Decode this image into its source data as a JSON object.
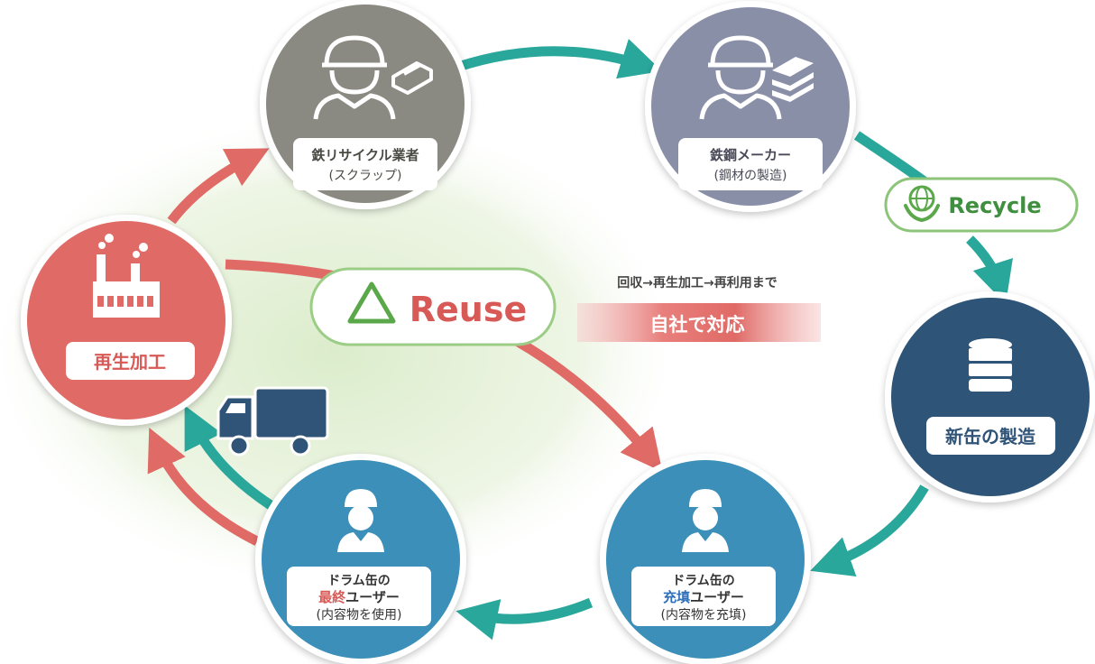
{
  "nodes": {
    "scrap": {
      "line1": "鉄リサイクル業者",
      "line2": "(スクラップ)"
    },
    "steel": {
      "line1": "鉄鋼メーカー",
      "line2": "(鋼材の製造)"
    },
    "newcan": {
      "label": "新缶の製造"
    },
    "filler": {
      "line1": "ドラム缶の",
      "line2_em": "充填",
      "line2_rest": "ユーザー",
      "line3": "(内容物を充填)"
    },
    "enduser": {
      "line1": "ドラム缶の",
      "line2_em": "最終",
      "line2_rest": "ユーザー",
      "line3": "(内容物を使用)"
    },
    "recondition": {
      "label": "再生加工"
    }
  },
  "badges": {
    "recycle": "Recycle",
    "reuse": "Reuse"
  },
  "note": {
    "text": "回収→再生加工→再利用まで",
    "banner": "自社で対応"
  },
  "colors": {
    "scrap": "#8a8a82",
    "steel": "#8a8fa8",
    "newcan": "#2f5478",
    "user": "#3b8fb8",
    "recondition": "#e06a66",
    "teal_arrow": "#2aa79b",
    "red_arrow": "#e06a66",
    "green": "#5aa84a",
    "truck": "#2f5478"
  }
}
